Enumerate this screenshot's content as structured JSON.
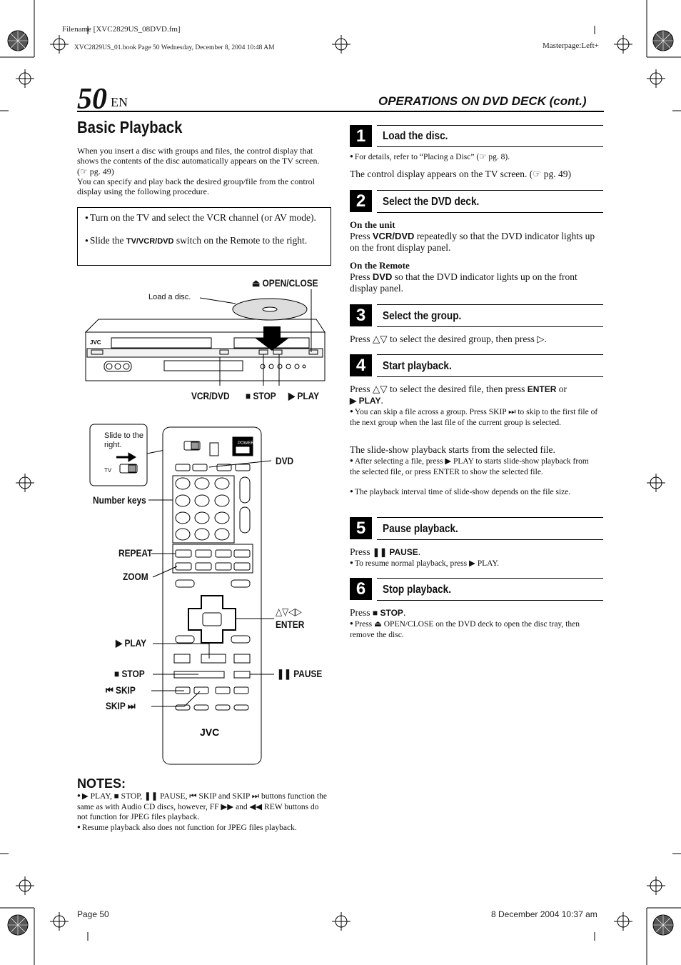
{
  "meta": {
    "filename": "Filename [XVC2829US_08DVD.fm]",
    "bookline": "XVC2829US_01.book  Page 50  Wednesday, December 8, 2004  10:48 AM",
    "masterpage": "Masterpage:Left+",
    "footer_page": "Page 50",
    "footer_date": "8 December 2004 10:37 am"
  },
  "header": {
    "page_number": "50",
    "lang": "EN",
    "section": "OPERATIONS ON DVD DECK (cont.)"
  },
  "intro": {
    "title": "Basic Playback",
    "p1": "When you insert a disc with groups and files, the control display that shows the contents of the disc automatically appears on the TV screen. (☞ pg. 49)",
    "p2": "You can specify and play back the desired group/file from the control display using the following procedure.",
    "prep1": "Turn on the TV and select the VCR channel (or AV mode).",
    "prep2_a": "Slide the ",
    "prep2_b": "TV/VCR/DVD",
    "prep2_c": " switch on the Remote to the right."
  },
  "deck_figure": {
    "load_label": "Load a disc.",
    "open_close": "⏏ OPEN/CLOSE",
    "vcr_dvd": "VCR/DVD",
    "stop": "■ STOP",
    "play": "▶ PLAY",
    "brand": "JVC"
  },
  "remote_figure": {
    "slide_label": "Slide to the right.",
    "tv_label": "TV",
    "power": "POWER",
    "dvd": "DVD",
    "number_keys": "Number keys",
    "repeat": "REPEAT",
    "zoom": "ZOOM",
    "arrows": "△▽◁▷",
    "enter": "ENTER",
    "play": "▶ PLAY",
    "stop": "■ STOP",
    "pause": "❚❚ PAUSE",
    "skip_back": "⏮ SKIP",
    "skip_fwd": "SKIP ⏭",
    "brand": "JVC"
  },
  "notes": {
    "heading": "NOTES:",
    "n1": "▶ PLAY, ■ STOP, ❚❚ PAUSE, ⏮ SKIP and SKIP ⏭ buttons function the same as with Audio CD discs, however, FF ▶▶ and ◀◀ REW buttons do not function for JPEG files playback.",
    "n2": "Resume playback also does not function for JPEG files playback."
  },
  "steps": [
    {
      "num": "1",
      "title": "Load the disc.",
      "bullet": "For details, refer to “Placing a Disc” (☞ pg. 8).",
      "text": "The control display appears on the TV screen. (☞ pg. 49)"
    },
    {
      "num": "2",
      "title": "Select the DVD deck.",
      "sub1": "On the unit",
      "sub1_text_a": "Press ",
      "sub1_text_b": "VCR/DVD",
      "sub1_text_c": " repeatedly so that the DVD indicator lights up on the front display panel.",
      "sub2": "On the Remote",
      "sub2_text_a": "Press ",
      "sub2_text_b": "DVD",
      "sub2_text_c": " so that the DVD indicator lights up on the front display panel."
    },
    {
      "num": "3",
      "title": "Select the group.",
      "text": "Press △▽ to select the desired group, then press ▷."
    },
    {
      "num": "4",
      "title": "Start playback.",
      "text_a": "Press △▽ to select the desired file, then press ",
      "text_b": "ENTER",
      "text_c": " or",
      "text_d": "▶ PLAY",
      "bullet1": "You can skip a file across a group. Press SKIP ⏭ to skip to the first file of the next group when the last file of the current group is selected.",
      "text2": "The slide-show playback starts from the selected file.",
      "bullet2": "After selecting a file, press ▶ PLAY to starts slide-show playback from the selected file, or press ENTER to show the selected file.",
      "bullet3": "The playback interval time of slide-show depends on the file size."
    },
    {
      "num": "5",
      "title": "Pause playback.",
      "text_a": "Press ",
      "text_b": "❚❚ PAUSE",
      "bullet": "To resume normal playback, press ▶ PLAY."
    },
    {
      "num": "6",
      "title": "Stop playback.",
      "text_a": "Press ",
      "text_b": "■ STOP",
      "bullet": "Press ⏏ OPEN/CLOSE on the DVD deck to open the disc tray, then remove the disc."
    }
  ]
}
